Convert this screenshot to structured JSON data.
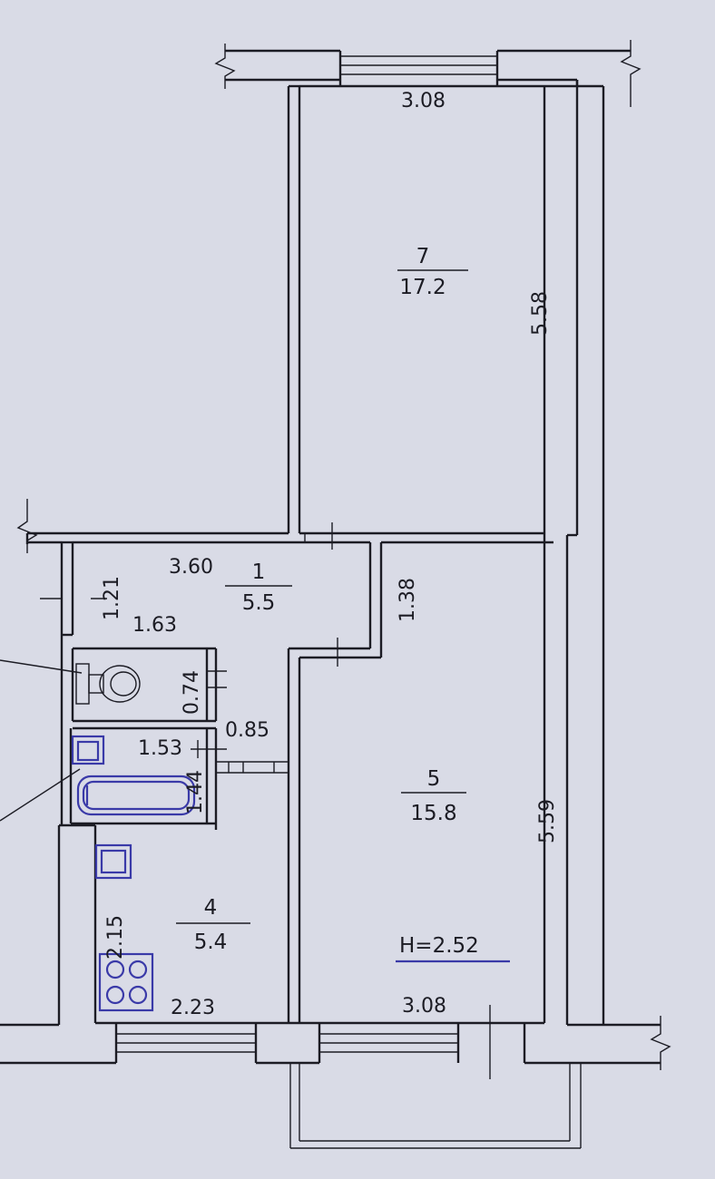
{
  "colors": {
    "paper": "#d9dbe6",
    "ink": "#1c1c24",
    "fixture_ink": "#3a3aa8"
  },
  "rooms": {
    "room7": {
      "number": "7",
      "area": "17.2",
      "width": "3.08",
      "length": "5.58"
    },
    "room1": {
      "number": "1",
      "area": "5.5",
      "width": "3.60",
      "depth": "1.21",
      "length": "1.63",
      "side": "1.38"
    },
    "room5": {
      "number": "5",
      "area": "15.8",
      "width": "3.08",
      "length": "5.59"
    },
    "room4": {
      "number": "4",
      "area": "5.4",
      "width": "2.23",
      "length": "2.15"
    },
    "wc": {
      "depth": "0.74"
    },
    "bath": {
      "width": "1.53",
      "depth": "1.44"
    },
    "corridor": {
      "width": "0.85"
    }
  },
  "ceiling_height": "H=2.52",
  "fixtures": [
    "toilet-icon",
    "bathtub-icon",
    "sink-icon",
    "stove-icon",
    "radiator-icon"
  ]
}
